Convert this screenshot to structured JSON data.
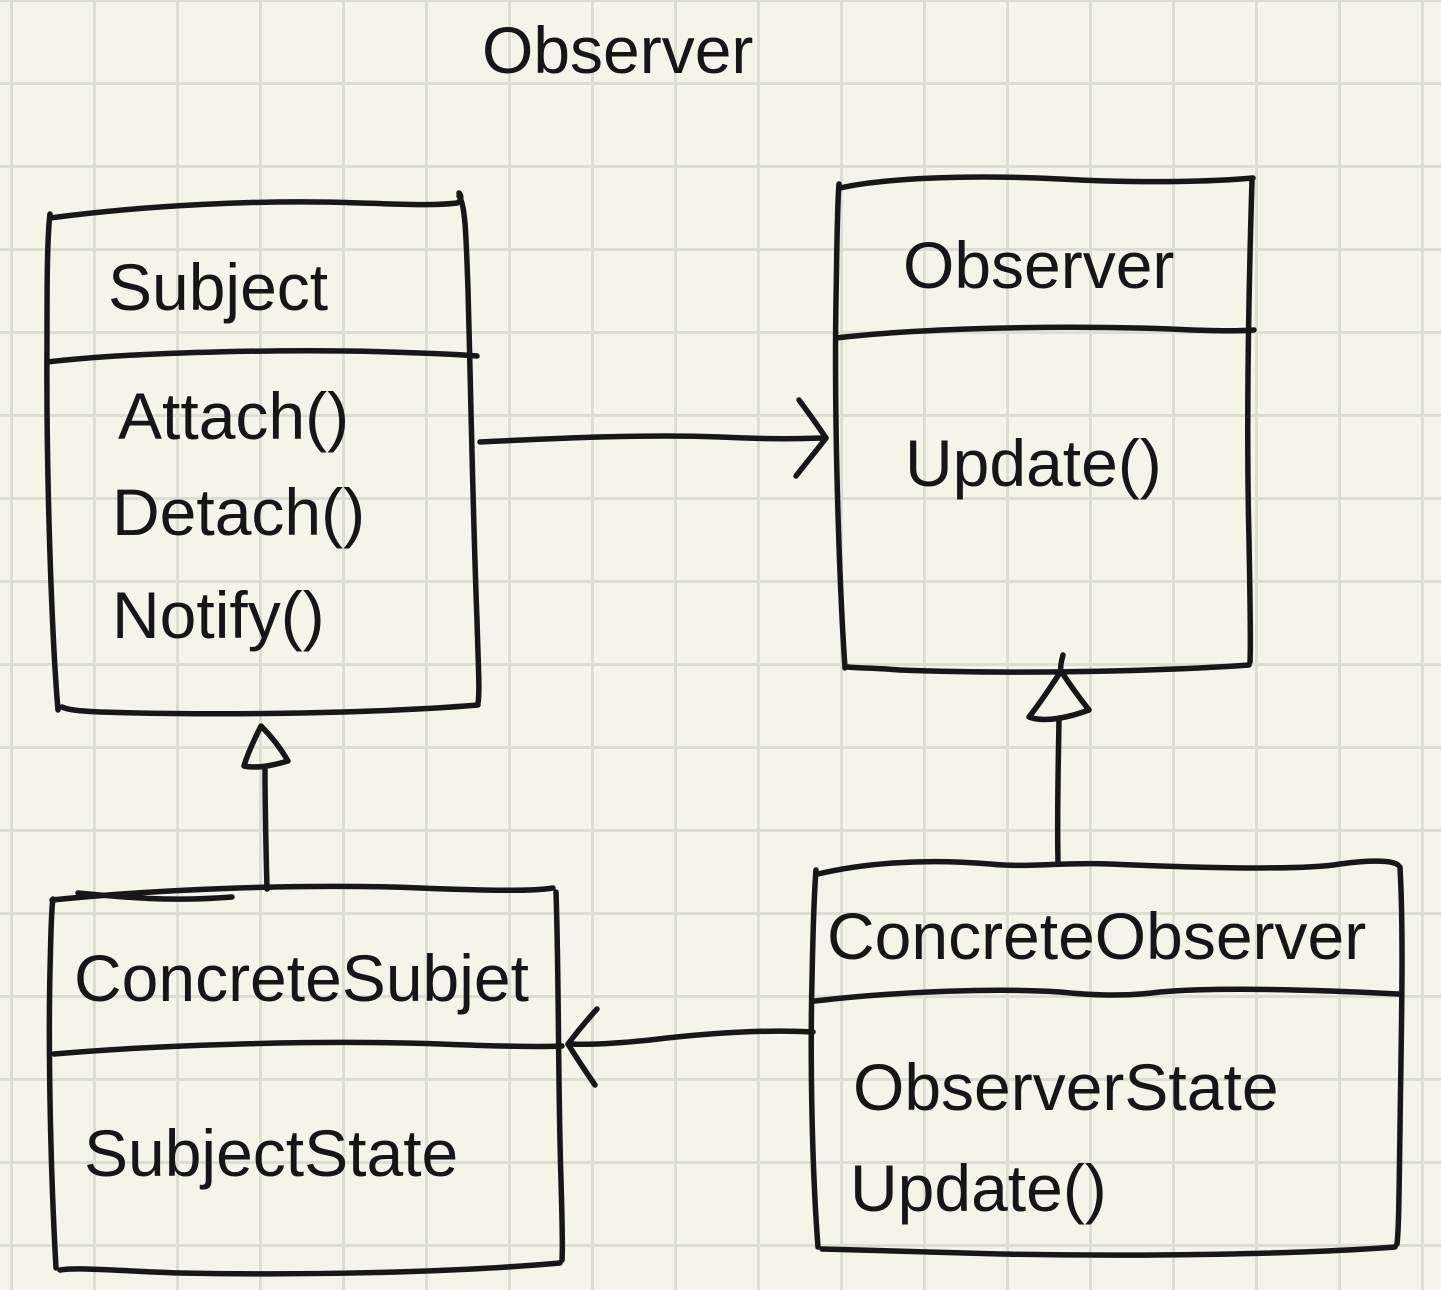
{
  "diagram": {
    "title": "Observer",
    "classes": [
      {
        "id": "subject",
        "name": "Subject",
        "members": [
          "Attach()",
          "Detach()",
          "Notify()"
        ]
      },
      {
        "id": "observer",
        "name": "Observer",
        "members": [
          "Update()"
        ]
      },
      {
        "id": "concrete_subject",
        "name": "ConcreteSubjet",
        "members": [
          "SubjectState"
        ]
      },
      {
        "id": "concrete_observer",
        "name": "ConcreteObserver",
        "members": [
          "ObserverState",
          "Update()"
        ]
      }
    ],
    "relations": [
      {
        "from": "Subject",
        "to": "Observer",
        "type": "association",
        "arrowhead": "open"
      },
      {
        "from": "ConcreteSubjet",
        "to": "Subject",
        "type": "inheritance",
        "arrowhead": "hollow-triangle"
      },
      {
        "from": "ConcreteObserver",
        "to": "Observer",
        "type": "inheritance",
        "arrowhead": "hollow-triangle"
      },
      {
        "from": "ConcreteObserver",
        "to": "ConcreteSubjet",
        "type": "association",
        "arrowhead": "open"
      }
    ],
    "colors": {
      "background": "#f5f4e8",
      "grid": "#dcded1",
      "ink": "#171717"
    }
  }
}
